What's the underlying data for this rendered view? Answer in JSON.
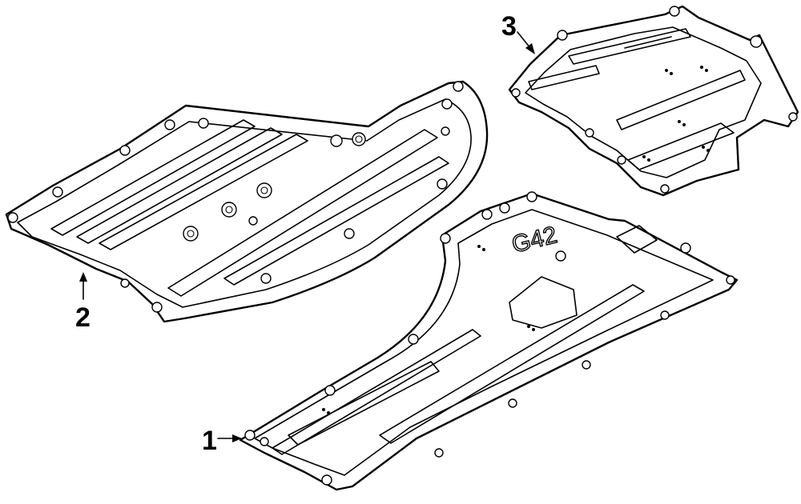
{
  "callouts": {
    "part_1": "1",
    "part_2": "2",
    "part_3": "3"
  },
  "stamp_text": "G42",
  "colors": {
    "ink": "#000000",
    "paper": "#ffffff"
  }
}
